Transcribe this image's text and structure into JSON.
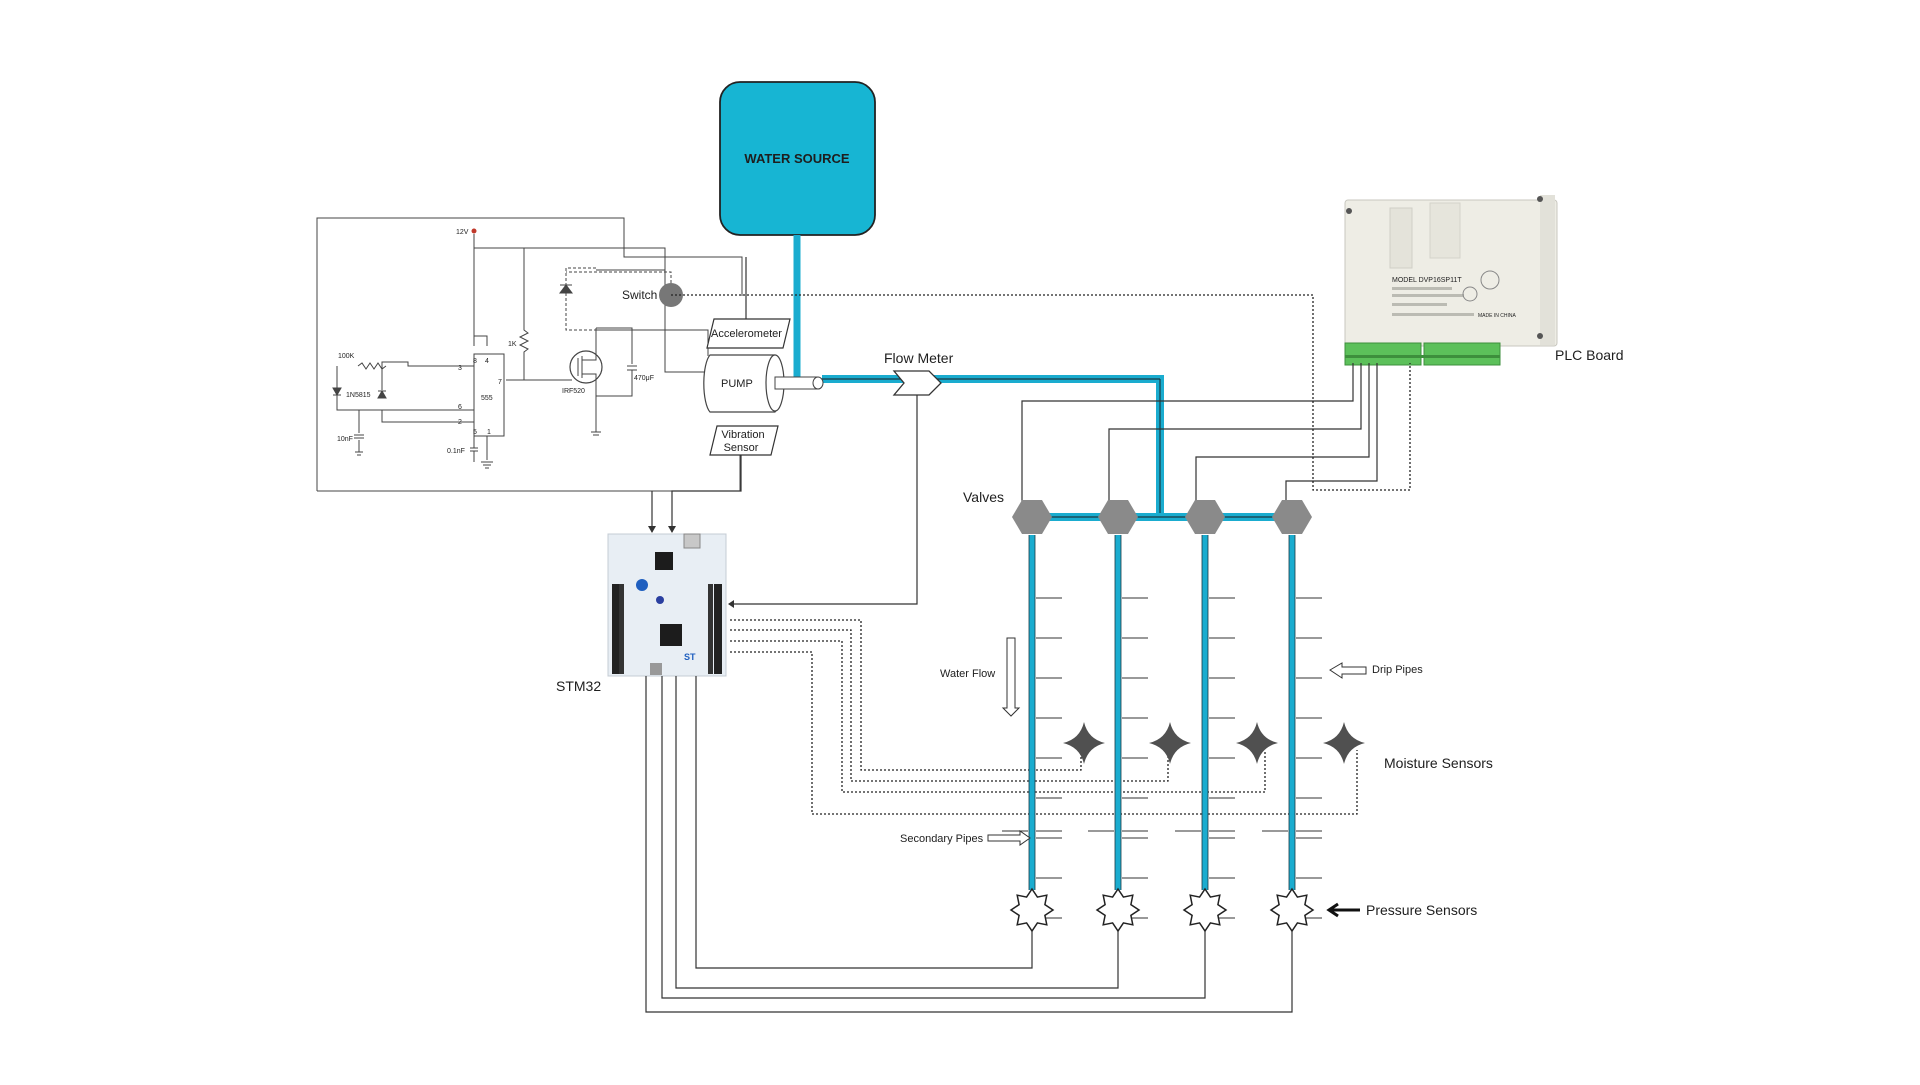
{
  "labels": {
    "water_source": "WATER SOURCE",
    "switch": "Switch",
    "accelerometer": "Accelerometer",
    "pump": "PUMP",
    "vibration_sensor_line1": "Vibration",
    "vibration_sensor_line2": "Sensor",
    "flow_meter": "Flow Meter",
    "plc_board": "PLC Board",
    "valves": "Valves",
    "stm32": "STM32",
    "water_flow": "Water Flow",
    "drip_pipes": "Drip Pipes",
    "moisture_sensors": "Moisture Sensors",
    "secondary_pipes": "Secondary Pipes",
    "pressure_sensors": "Pressure Sensors"
  },
  "circuit": {
    "v12": "12V",
    "r100k": "100K",
    "diode": "1N5815",
    "c10n": "10nF",
    "ic": "555",
    "c01n": "0.1nF",
    "r1k": "1K",
    "mosfet": "IRF520",
    "c470": "470μF",
    "pins": [
      "8",
      "4",
      "3",
      "7",
      "6",
      "2",
      "5",
      "1"
    ]
  },
  "plc": {
    "model": "MODEL DVP16SP11T",
    "made_in": "MADE IN CHINA"
  },
  "colors": {
    "water_pipe": "#1aaccf",
    "water_source_fill": "#17b5d3",
    "valve": "#8a8a8a",
    "sensor": "#505050",
    "plc_body": "#eeede5",
    "plc_terminal": "#5cc05a",
    "stm32_board": "#e8eef4"
  }
}
